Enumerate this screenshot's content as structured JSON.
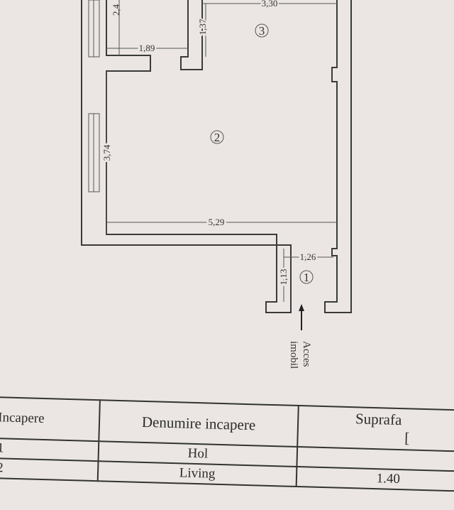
{
  "plan": {
    "dimensions": {
      "top_room_height": "2,4",
      "top_width": "3,30",
      "wc_height": "1,37",
      "small_width": "1,89",
      "living_height": "3,74",
      "living_width": "5,29",
      "hol_width": "1,26",
      "hol_height": "1,13"
    },
    "rooms": [
      "1",
      "2",
      "3"
    ],
    "access_label_1": "Acces",
    "access_label_2": "imobil"
  },
  "table": {
    "headers": [
      "Incapere",
      "Denumire incapere",
      "Suprafa"
    ],
    "header_extra": "[",
    "rows": [
      {
        "nr": "1",
        "name": "Hol",
        "area": ""
      },
      {
        "nr": "2",
        "name": "Living",
        "area": "1.40"
      }
    ]
  }
}
